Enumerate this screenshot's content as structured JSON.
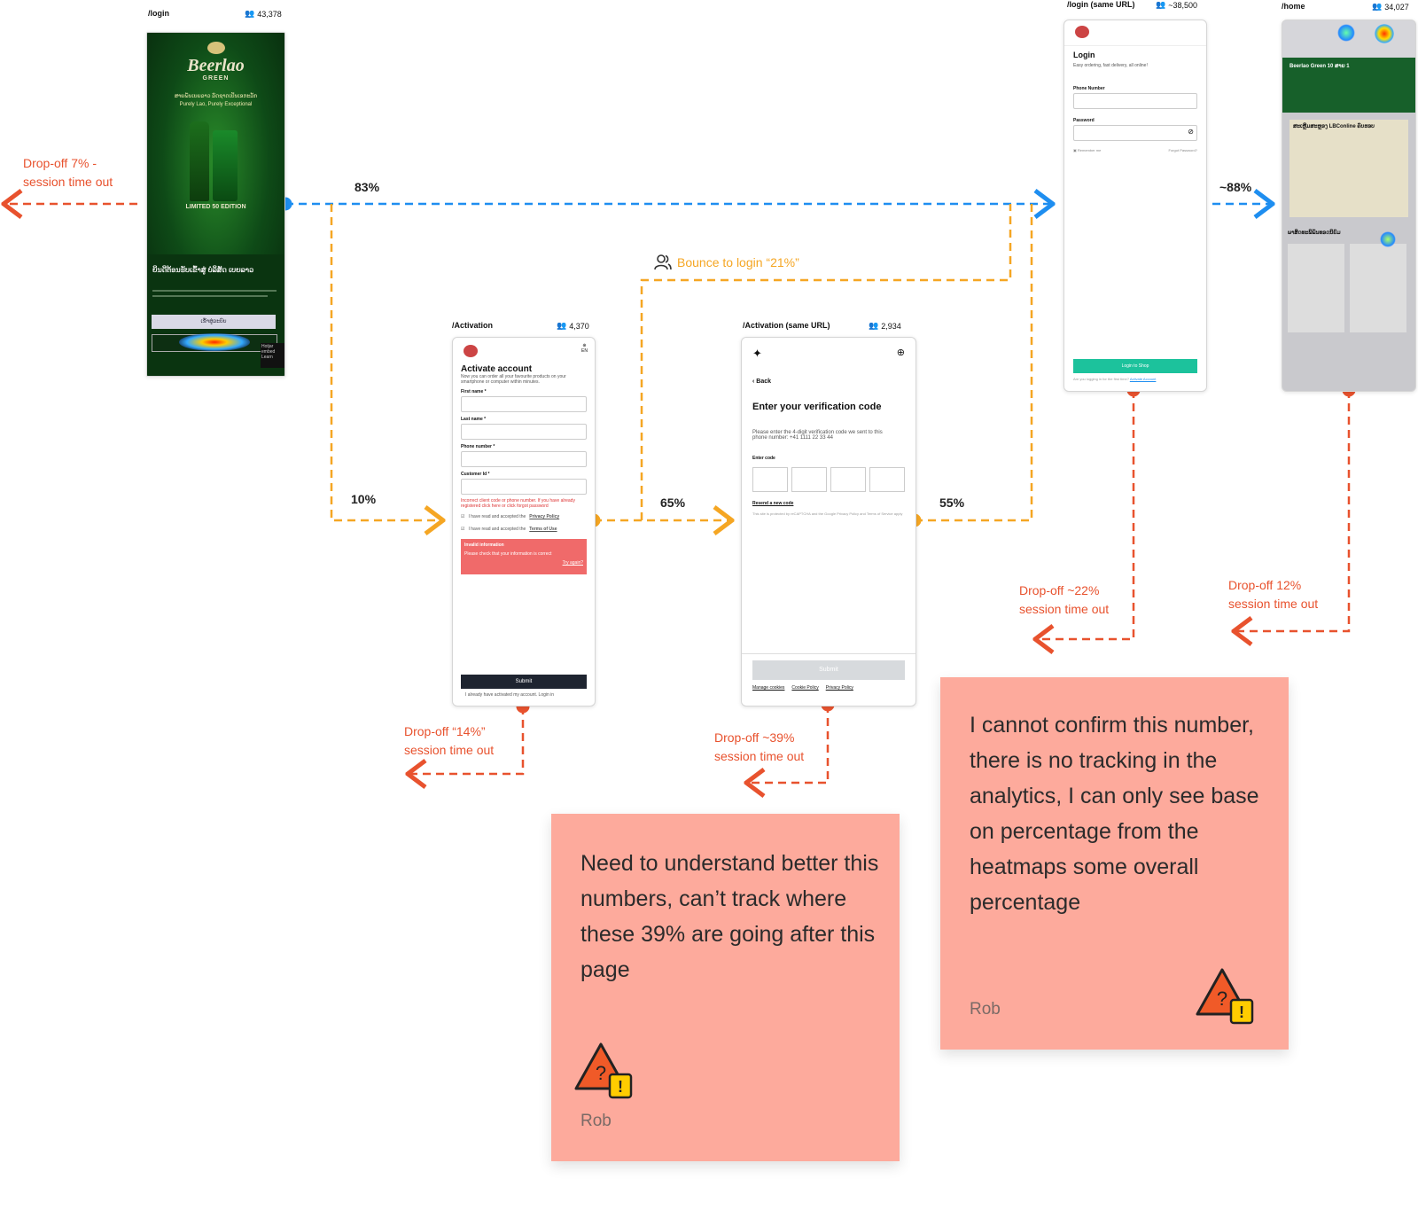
{
  "screens": {
    "login": {
      "route": "/login",
      "users": "43,378",
      "brand": "Beerlao",
      "brand_sub": "GREEN",
      "tagline_lao": "ສາຍພັນເບຍລາວ ລົດຊາດເປັນເອກະລັກ",
      "tagline_en": "Purely Lao, Purely Exceptional",
      "edition": "LIMITED 50 EDITION",
      "title_lao": "ຍິນດີຕ້ອນຮັບເຂົ້າສູ່ ບໍລິສັດ ເບຍລາວ",
      "button_lao": "ເຂົ້າສູ່ລະບົບ",
      "hotjar_text": "Hotjar embed Learn"
    },
    "activation": {
      "route": "/Activation",
      "users": "4,370",
      "heading": "Activate account",
      "subheading": "Now you can order all your favourite products on your smartphone or computer within minutes.",
      "first_name_label": "First name *",
      "last_name_label": "Last name *",
      "phone_label": "Phone number *",
      "customer_id_label": "Customer Id *",
      "lang": "EN",
      "error_hint": "Incorrect client code or phone number. If you have already registered click here or click forgot password",
      "privacy_check": "I have read and accepted the",
      "privacy_link": "Privacy Policy",
      "terms_check": "I have read and accepted the",
      "terms_link": "Terms of Use",
      "alert_title": "Invalid information",
      "alert_text": "Please check that your information is correct",
      "alert_retry": "Try again?",
      "submit": "Submit",
      "footer": "I already have activated my account. Login in"
    },
    "verification": {
      "route": "/Activation (same URL)",
      "users": "2,934",
      "back": "Back",
      "heading": "Enter your verification code",
      "text": "Please enter the 4-digit verification code we sent to this phone number: +41 1111 22 33 44",
      "code_label": "Enter code",
      "resend": "Resend a new code",
      "recaptcha": "This site is protected by reCAPTCHA and the Google Privacy Policy and Terms of Service apply",
      "submit": "Submit",
      "links": [
        "Manage cookies",
        "Cookie Policy",
        "Privacy Policy"
      ]
    },
    "login_same": {
      "route": "/login (same URL)",
      "users": "~38,500",
      "heading": "Login",
      "subheading": "Easy ordering, fast delivery, all online!",
      "phone_label": "Phone Number",
      "password_label": "Password",
      "remember": "Remember me",
      "forgot": "Forgot Password?",
      "button": "Login to Shop",
      "footer": "Are you logging in for the first time?",
      "footer_link": "Activate Account"
    },
    "home": {
      "route": "/home",
      "users": "34,027",
      "banner": "Beerlao Green 10 ສາຍ 1",
      "section": "ສະເຫຼີມສະຫຼອງ LBConline ຄົບຮອບ",
      "products_heading": "ພາສິດທະພິພັນທອດນິຍົມ"
    }
  },
  "flow": {
    "login_to_login_same": "83%",
    "login_to_activation": "10%",
    "activation_to_verification": "65%",
    "verification_to_login": "55%",
    "login_same_to_home": "~88%",
    "bounce_label": "Bounce to login “21%”"
  },
  "dropoffs": {
    "login": [
      "Drop-off 7% -",
      "session time out"
    ],
    "activation": [
      "Drop-off “14%”",
      "session time out"
    ],
    "verification": [
      "Drop-off ~39%",
      "session time out"
    ],
    "login_same": [
      "Drop-off ~22%",
      "session time out"
    ],
    "home": [
      "Drop-off 12%",
      "session time out"
    ]
  },
  "notes": [
    {
      "text": "Need to understand better this numbers, can’t track where these 39% are going after this page",
      "author": "Rob"
    },
    {
      "text": "I cannot confirm this number, there is no tracking in the analytics, I can only see base on percentage from the heatmaps some overall percentage",
      "author": "Rob"
    }
  ],
  "colors": {
    "blue": "#1e8ef0",
    "orange": "#f5a623",
    "red": "#e8522e",
    "note": "#fdaa9c",
    "teal": "#1cc29c"
  }
}
